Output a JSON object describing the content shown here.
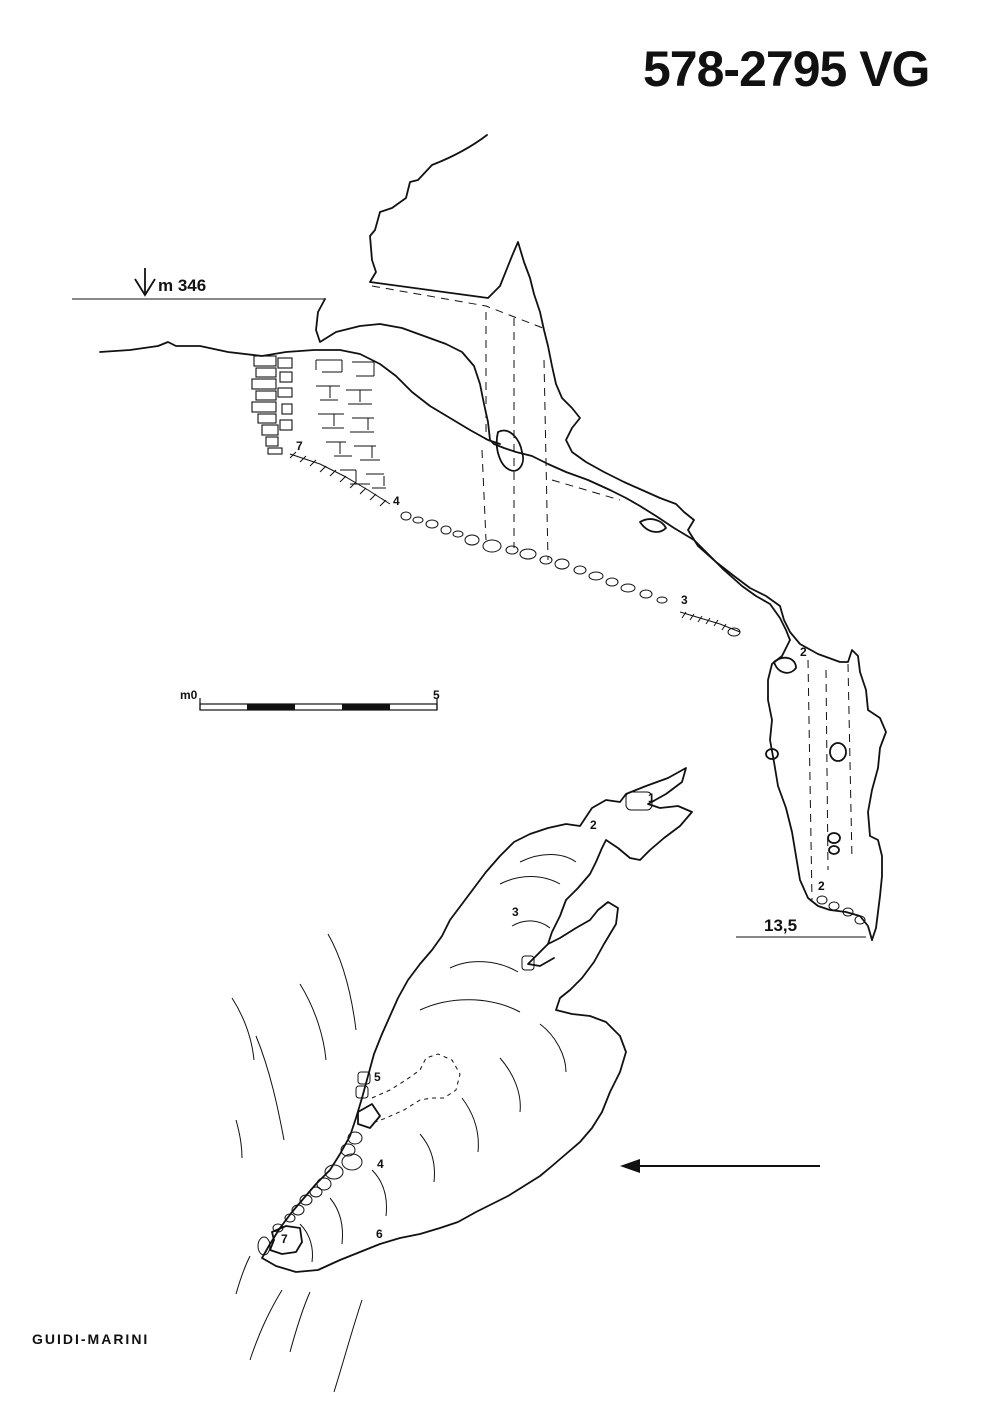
{
  "header": {
    "cave_id": "578-2795 VG"
  },
  "footer": {
    "authors": "GUIDI-MARINI"
  },
  "section": {
    "entrance_altitude": "m 346",
    "depth_label": "13,5",
    "points": [
      "7",
      "4",
      "3",
      "2",
      "2"
    ]
  },
  "scale_bar": {
    "start_label": "m0",
    "end_label": "5"
  },
  "plan": {
    "points": [
      "1",
      "2",
      "3",
      "5",
      "4",
      "6",
      "7"
    ]
  },
  "icons": [
    "entrance-arrow-icon",
    "north-direction-arrow-icon"
  ]
}
